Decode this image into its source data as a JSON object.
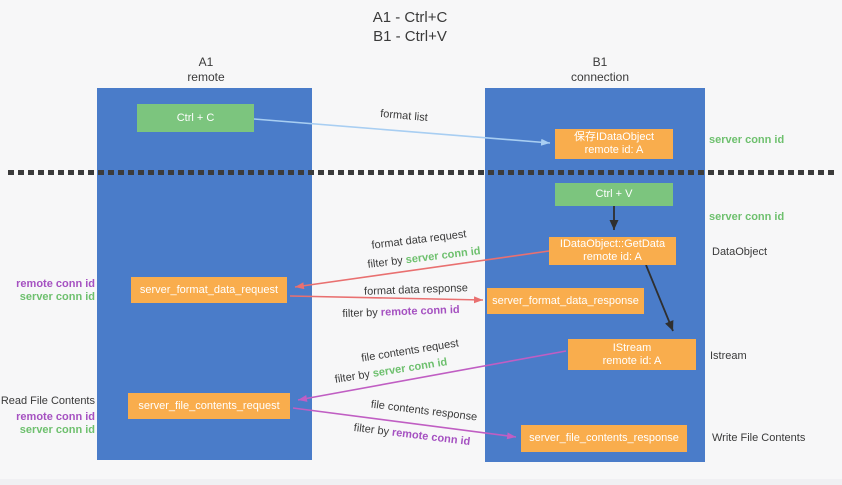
{
  "title": {
    "line1": "A1 - Ctrl+C",
    "line2": "B1 - Ctrl+V"
  },
  "lifelines": {
    "left": {
      "name": "A1",
      "role": "remote"
    },
    "right": {
      "name": "B1",
      "role": "connection"
    }
  },
  "nodes": {
    "ctrl_c": {
      "label": "Ctrl + C"
    },
    "ctrl_v": {
      "label": "Ctrl + V"
    },
    "save_dataobject": {
      "line1": "保存IDataObject",
      "line2": "remote id: A"
    },
    "getdata": {
      "line1": "IDataObject::GetData",
      "line2": "remote id: A"
    },
    "istream": {
      "line1": "IStream",
      "line2": "remote id: A"
    },
    "server_format_data_request": {
      "label": "server_format_data_request"
    },
    "server_format_data_response": {
      "label": "server_format_data_response"
    },
    "server_file_contents_request": {
      "label": "server_file_contents_request"
    },
    "server_file_contents_response": {
      "label": "server_file_contents_response"
    }
  },
  "edge_labels": {
    "format_list": "format list",
    "format_data_request": "format data request",
    "format_data_response": "format data response",
    "file_contents_request": "file contents request",
    "file_contents_response": "file contents response",
    "filter_by": "filter by",
    "server_conn_id": "server conn id",
    "remote_conn_id": "remote conn id"
  },
  "side_labels": {
    "server_conn_id": "server conn id",
    "remote_conn_id": "remote conn id",
    "dataobject": "DataObject",
    "istream": "Istream",
    "write_file_contents": "Write File Contents",
    "read_file_contents": "Read File Contents"
  },
  "colors": {
    "column_blue": "#4a7cc9",
    "box_green": "#7cc57e",
    "box_orange": "#f9ad4d",
    "arrow_light_blue": "#a8cef2",
    "arrow_red": "#e97070",
    "arrow_magenta": "#c05ec3",
    "arrow_black": "#2f2f2f",
    "text_green": "#6ec06e",
    "text_purple": "#a551c1",
    "text_dark": "#3a3a3a",
    "background": "#f7f7f8"
  }
}
